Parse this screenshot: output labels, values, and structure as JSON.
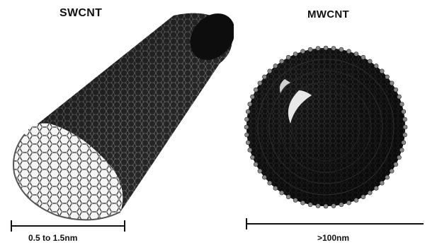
{
  "swcnt": {
    "title": "SWCNT",
    "scale_label": "0.5 to 1.5nm"
  },
  "mwcnt": {
    "title": "MWCNT",
    "scale_label": ">100nm"
  },
  "colors": {
    "tube_dark": "#111111",
    "tube_mid": "#3a3a3a",
    "atom_light": "#bdbdbd",
    "background": "#ffffff"
  }
}
